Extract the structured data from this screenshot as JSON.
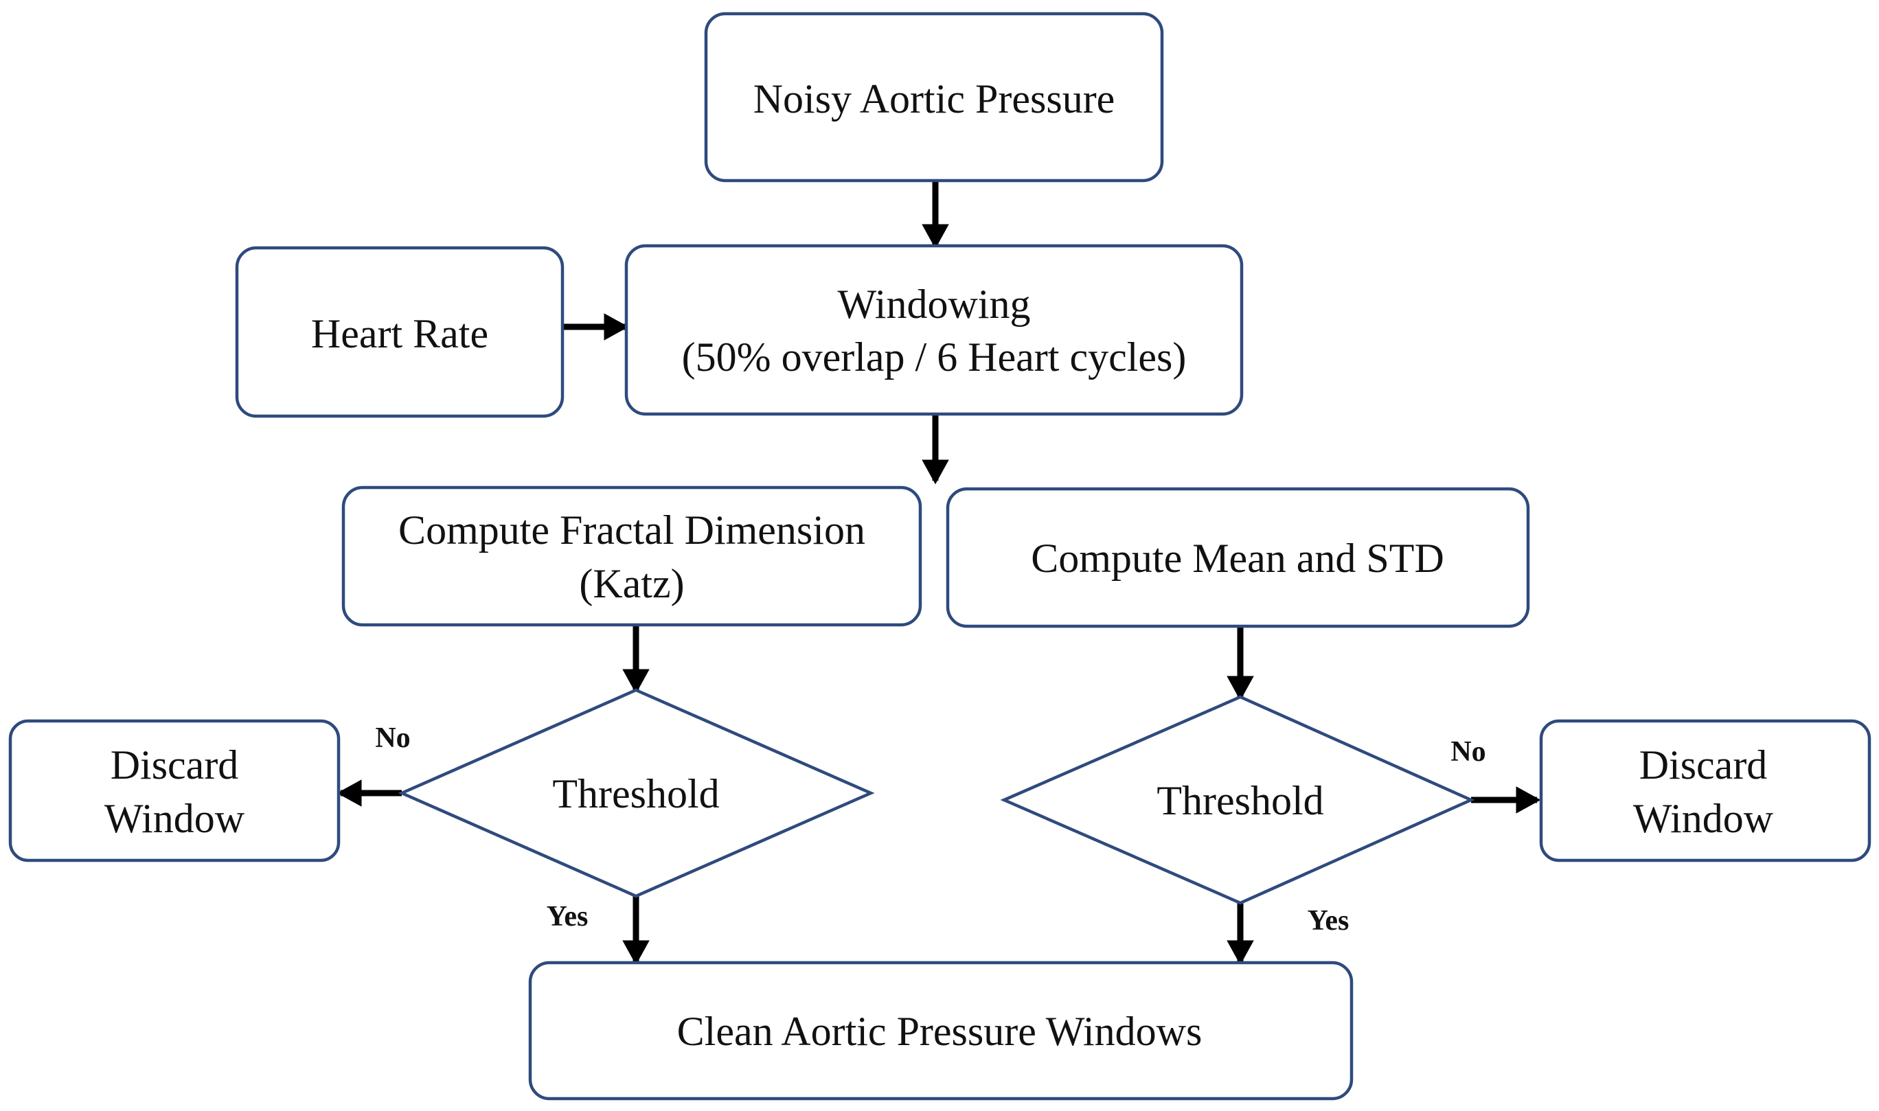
{
  "colors": {
    "box_border": "#2f4a7d",
    "arrow": "#000000",
    "text": "#111111",
    "background": "#ffffff"
  },
  "nodes": {
    "noisy_input": {
      "lines": [
        "Noisy Aortic Pressure"
      ]
    },
    "heart_rate": {
      "lines": [
        "Heart Rate"
      ]
    },
    "windowing": {
      "lines": [
        "Windowing",
        "(50% overlap / 6 Heart cycles)"
      ]
    },
    "fractal": {
      "lines": [
        "Compute Fractal Dimension",
        "(Katz)"
      ]
    },
    "mean_std": {
      "lines": [
        "Compute Mean and STD"
      ]
    },
    "threshold_left": {
      "lines": [
        "Threshold"
      ]
    },
    "threshold_right": {
      "lines": [
        "Threshold"
      ]
    },
    "discard_left": {
      "lines": [
        "Discard",
        "Window"
      ]
    },
    "discard_right": {
      "lines": [
        "Discard",
        "Window"
      ]
    },
    "clean_output": {
      "lines": [
        "Clean Aortic Pressure Windows"
      ]
    }
  },
  "edge_labels": {
    "left_no": "No",
    "left_yes": "Yes",
    "right_no": "No",
    "right_yes": "Yes"
  }
}
